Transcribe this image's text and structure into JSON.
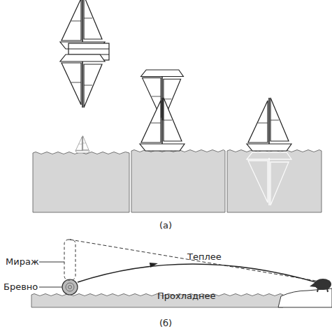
{
  "diagram": {
    "labels": [
      "Мираж",
      "Бревно",
      "Теплее",
      "Прохладнее",
      "(а)",
      "(б)"
    ]
  }
}
